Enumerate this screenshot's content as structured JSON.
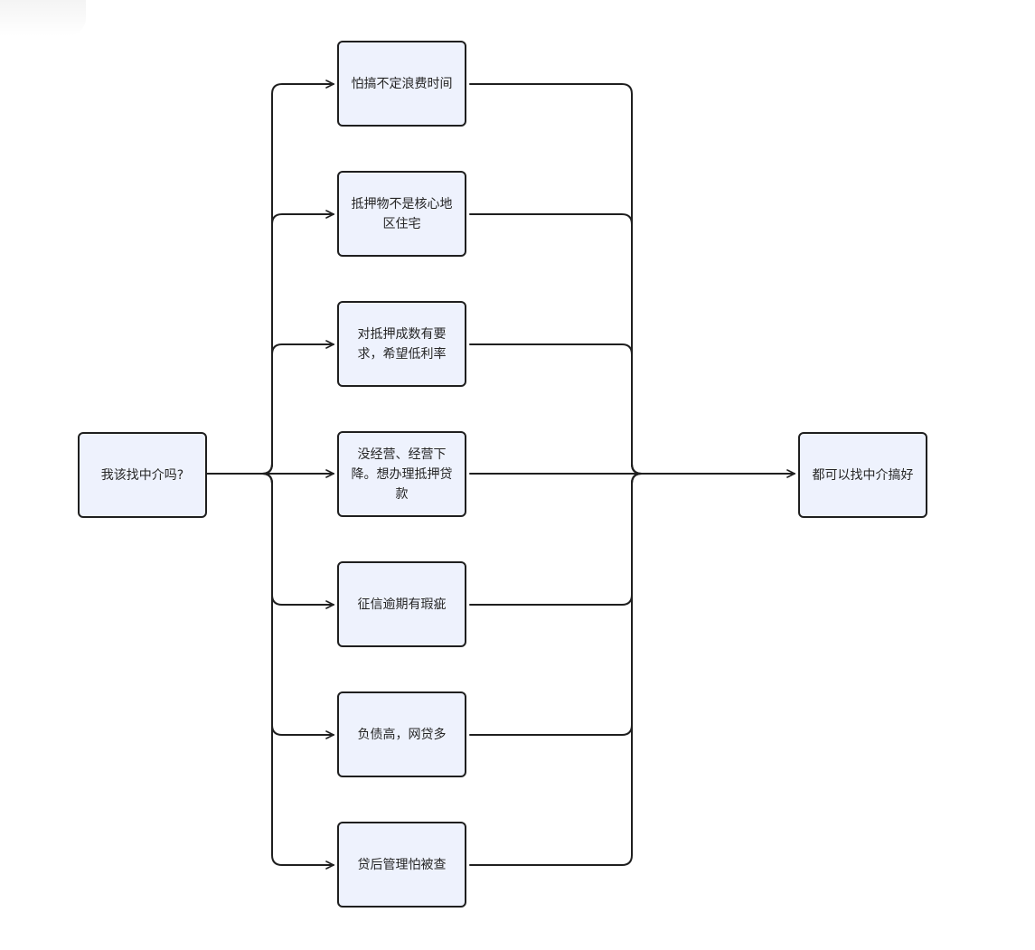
{
  "diagram": {
    "start": {
      "label": "我该找中介吗?"
    },
    "end": {
      "label": "都可以找中介搞好"
    },
    "middle": [
      {
        "label": "怕搞不定浪费时间"
      },
      {
        "label": "抵押物不是核心地区住宅"
      },
      {
        "label": "对抵押成数有要求，希望低利率"
      },
      {
        "label": "没经营、经营下降。想办理抵押贷款"
      },
      {
        "label": "征信逾期有瑕疵"
      },
      {
        "label": "负债高，网贷多"
      },
      {
        "label": "贷后管理怕被查"
      }
    ],
    "colors": {
      "node_fill": "#eef2fd",
      "node_border": "#1f1f1f",
      "edge": "#1f1f1f",
      "text": "#262626"
    }
  }
}
